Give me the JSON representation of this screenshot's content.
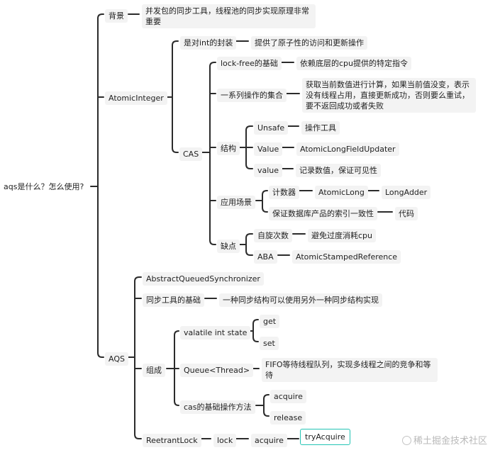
{
  "nodes": {
    "root": "aqs是什么？怎么使用?",
    "bg": "背景",
    "bg_desc": "并发包的同步工具，线程池的同步实现原理非常重要",
    "atomic": "AtomicInteger",
    "int_wrap": "是对int的封装",
    "int_wrap_desc": "提供了原子性的访问和更新操作",
    "cas": "CAS",
    "lockfree": "lock-free的基础",
    "lockfree_desc": "依赖底层的cpu提供的特定指令",
    "ops": "一系列操作的集合",
    "ops_desc": "获取当前数值进行计算，如果当前值没变，表示没有线程占用，直接更新成功，否则要么重试，要不返回成功或者失败",
    "struct": "结构",
    "unsafe": "Unsafe",
    "unsafe_desc": "操作工具",
    "value_cap": "Value",
    "value_cap_desc": "AtomicLongFieldUpdater",
    "value_low": "value",
    "value_low_desc": "记录数值，保证可见性",
    "scene": "应用场景",
    "counter": "计数器",
    "atomiclong": "AtomicLong",
    "longadder": "LongAdder",
    "index": "保证数据库产品的索引一致性",
    "code": "代码",
    "defect": "缺点",
    "spin": "自旋次数",
    "spin_desc": "避免过度消耗cpu",
    "aba": "ABA",
    "aba_desc": "AtomicStampedReference",
    "aqs": "AQS",
    "aqs_full": "AbstractQueuedSynchronizer",
    "sync_base": "同步工具的基础",
    "sync_base_desc": "一种同步结构可以使用另外一种同步结构实现",
    "compose": "组成",
    "state": "valatile int state",
    "get": "get",
    "set": "set",
    "queue": "Queue<Thread>",
    "queue_desc": "FIFO等待线程队列，实现多线程之间的竞争和等待",
    "cas_ops": "cas的基础操作方法",
    "acquire1": "acquire",
    "release": "release",
    "reentrant": "ReetrantLock",
    "lock": "lock",
    "acquire2": "acquire",
    "tryacquire": "tryAcquire"
  },
  "watermark": "稀土掘金技术社区",
  "colors": {
    "line": "#2b2b2b",
    "node_bg": "#f3f3f3",
    "highlight_border": "#23c4b4"
  }
}
